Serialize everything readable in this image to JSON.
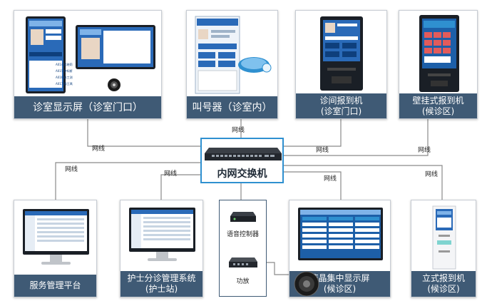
{
  "top_devices": [
    {
      "label_lines": [
        "诊室显示屏（诊室门口）"
      ],
      "screen_lines": [
        "A014 吴晓莉",
        "A015 李知斯",
        "A016 赵工测",
        "A017 周王珮"
      ]
    },
    {
      "label_lines": [
        "叫号器（诊室内）"
      ]
    },
    {
      "label_lines": [
        "诊间报到机",
        "(诊室门口)"
      ]
    },
    {
      "label_lines": [
        "壁挂式报到机",
        "(候诊区)"
      ]
    }
  ],
  "bottom_devices": [
    {
      "label_lines": [
        "服务管理平台"
      ]
    },
    {
      "label_lines": [
        "护士分诊管理系统",
        "(护士站)"
      ]
    },
    {
      "label_lines": [
        "液晶集中显示屏",
        "(候诊区)"
      ]
    },
    {
      "label_lines": [
        "立式报到机",
        "(候诊区)"
      ]
    }
  ],
  "switch": {
    "label": "内网交换机"
  },
  "sub_box": {
    "voice_controller": "语音控制器",
    "amplifier": "功放"
  },
  "net_labels": [
    "网线",
    "网线",
    "网线",
    "网线",
    "网线",
    "网线",
    "网线",
    "网线"
  ],
  "colors": {
    "caption_bg": "#3f5a75",
    "switch_border": "#2f90d0",
    "wire": "#8a8a8a",
    "screen_blue": "#2a6ab8"
  }
}
